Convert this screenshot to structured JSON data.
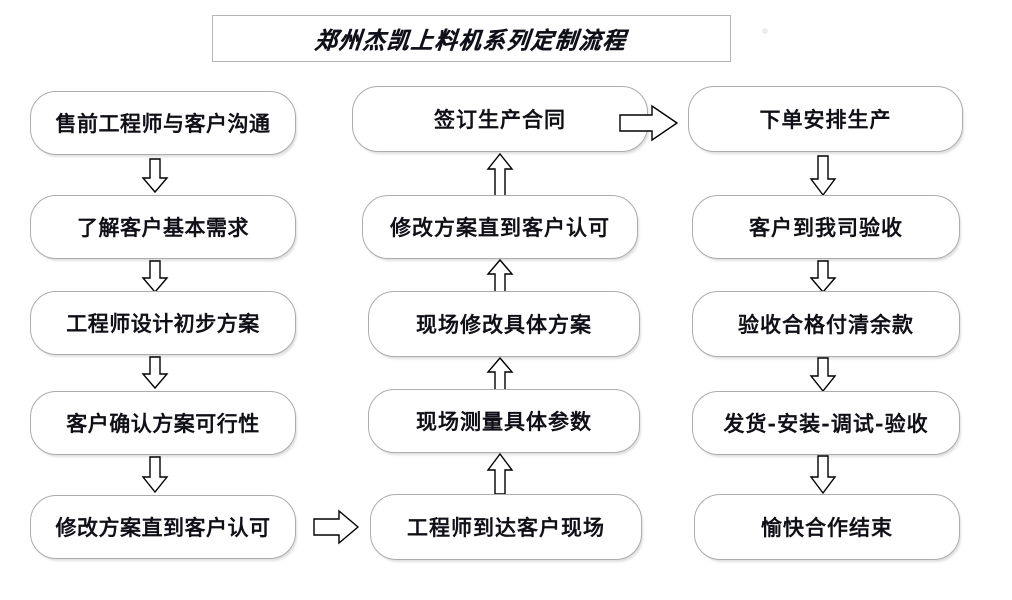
{
  "title": {
    "text": "郑州杰凯上料机系列定制流程"
  },
  "columns": [
    {
      "name": "left-column",
      "flow": "down",
      "nodes": [
        {
          "label": "售前工程师与客户沟通"
        },
        {
          "label": "了解客户基本需求"
        },
        {
          "label": "工程师设计初步方案"
        },
        {
          "label": "客户确认方案可行性"
        },
        {
          "label": "修改方案直到客户认可"
        }
      ]
    },
    {
      "name": "middle-column",
      "flow": "up",
      "nodes": [
        {
          "label": "签订生产合同"
        },
        {
          "label": "修改方案直到客户认可"
        },
        {
          "label": "现场修改具体方案"
        },
        {
          "label": "现场测量具体参数"
        },
        {
          "label": "工程师到达客户现场"
        }
      ]
    },
    {
      "name": "right-column",
      "flow": "down",
      "nodes": [
        {
          "label": "下单安排生产"
        },
        {
          "label": "客户到我司验收"
        },
        {
          "label": "验收合格付清余款"
        },
        {
          "label": "发货-安装-调试-验收"
        },
        {
          "label": "愉快合作结束"
        }
      ]
    }
  ],
  "connectors": [
    {
      "name": "left-to-middle",
      "direction": "right"
    },
    {
      "name": "middle-to-right",
      "direction": "right"
    }
  ],
  "colors": {
    "node_border": "#acacac",
    "node_fill": "#ffffff",
    "text": "#101018",
    "title_border": "#b5b5b5",
    "arrow_stroke": "#000000",
    "background": "#ffffff"
  }
}
